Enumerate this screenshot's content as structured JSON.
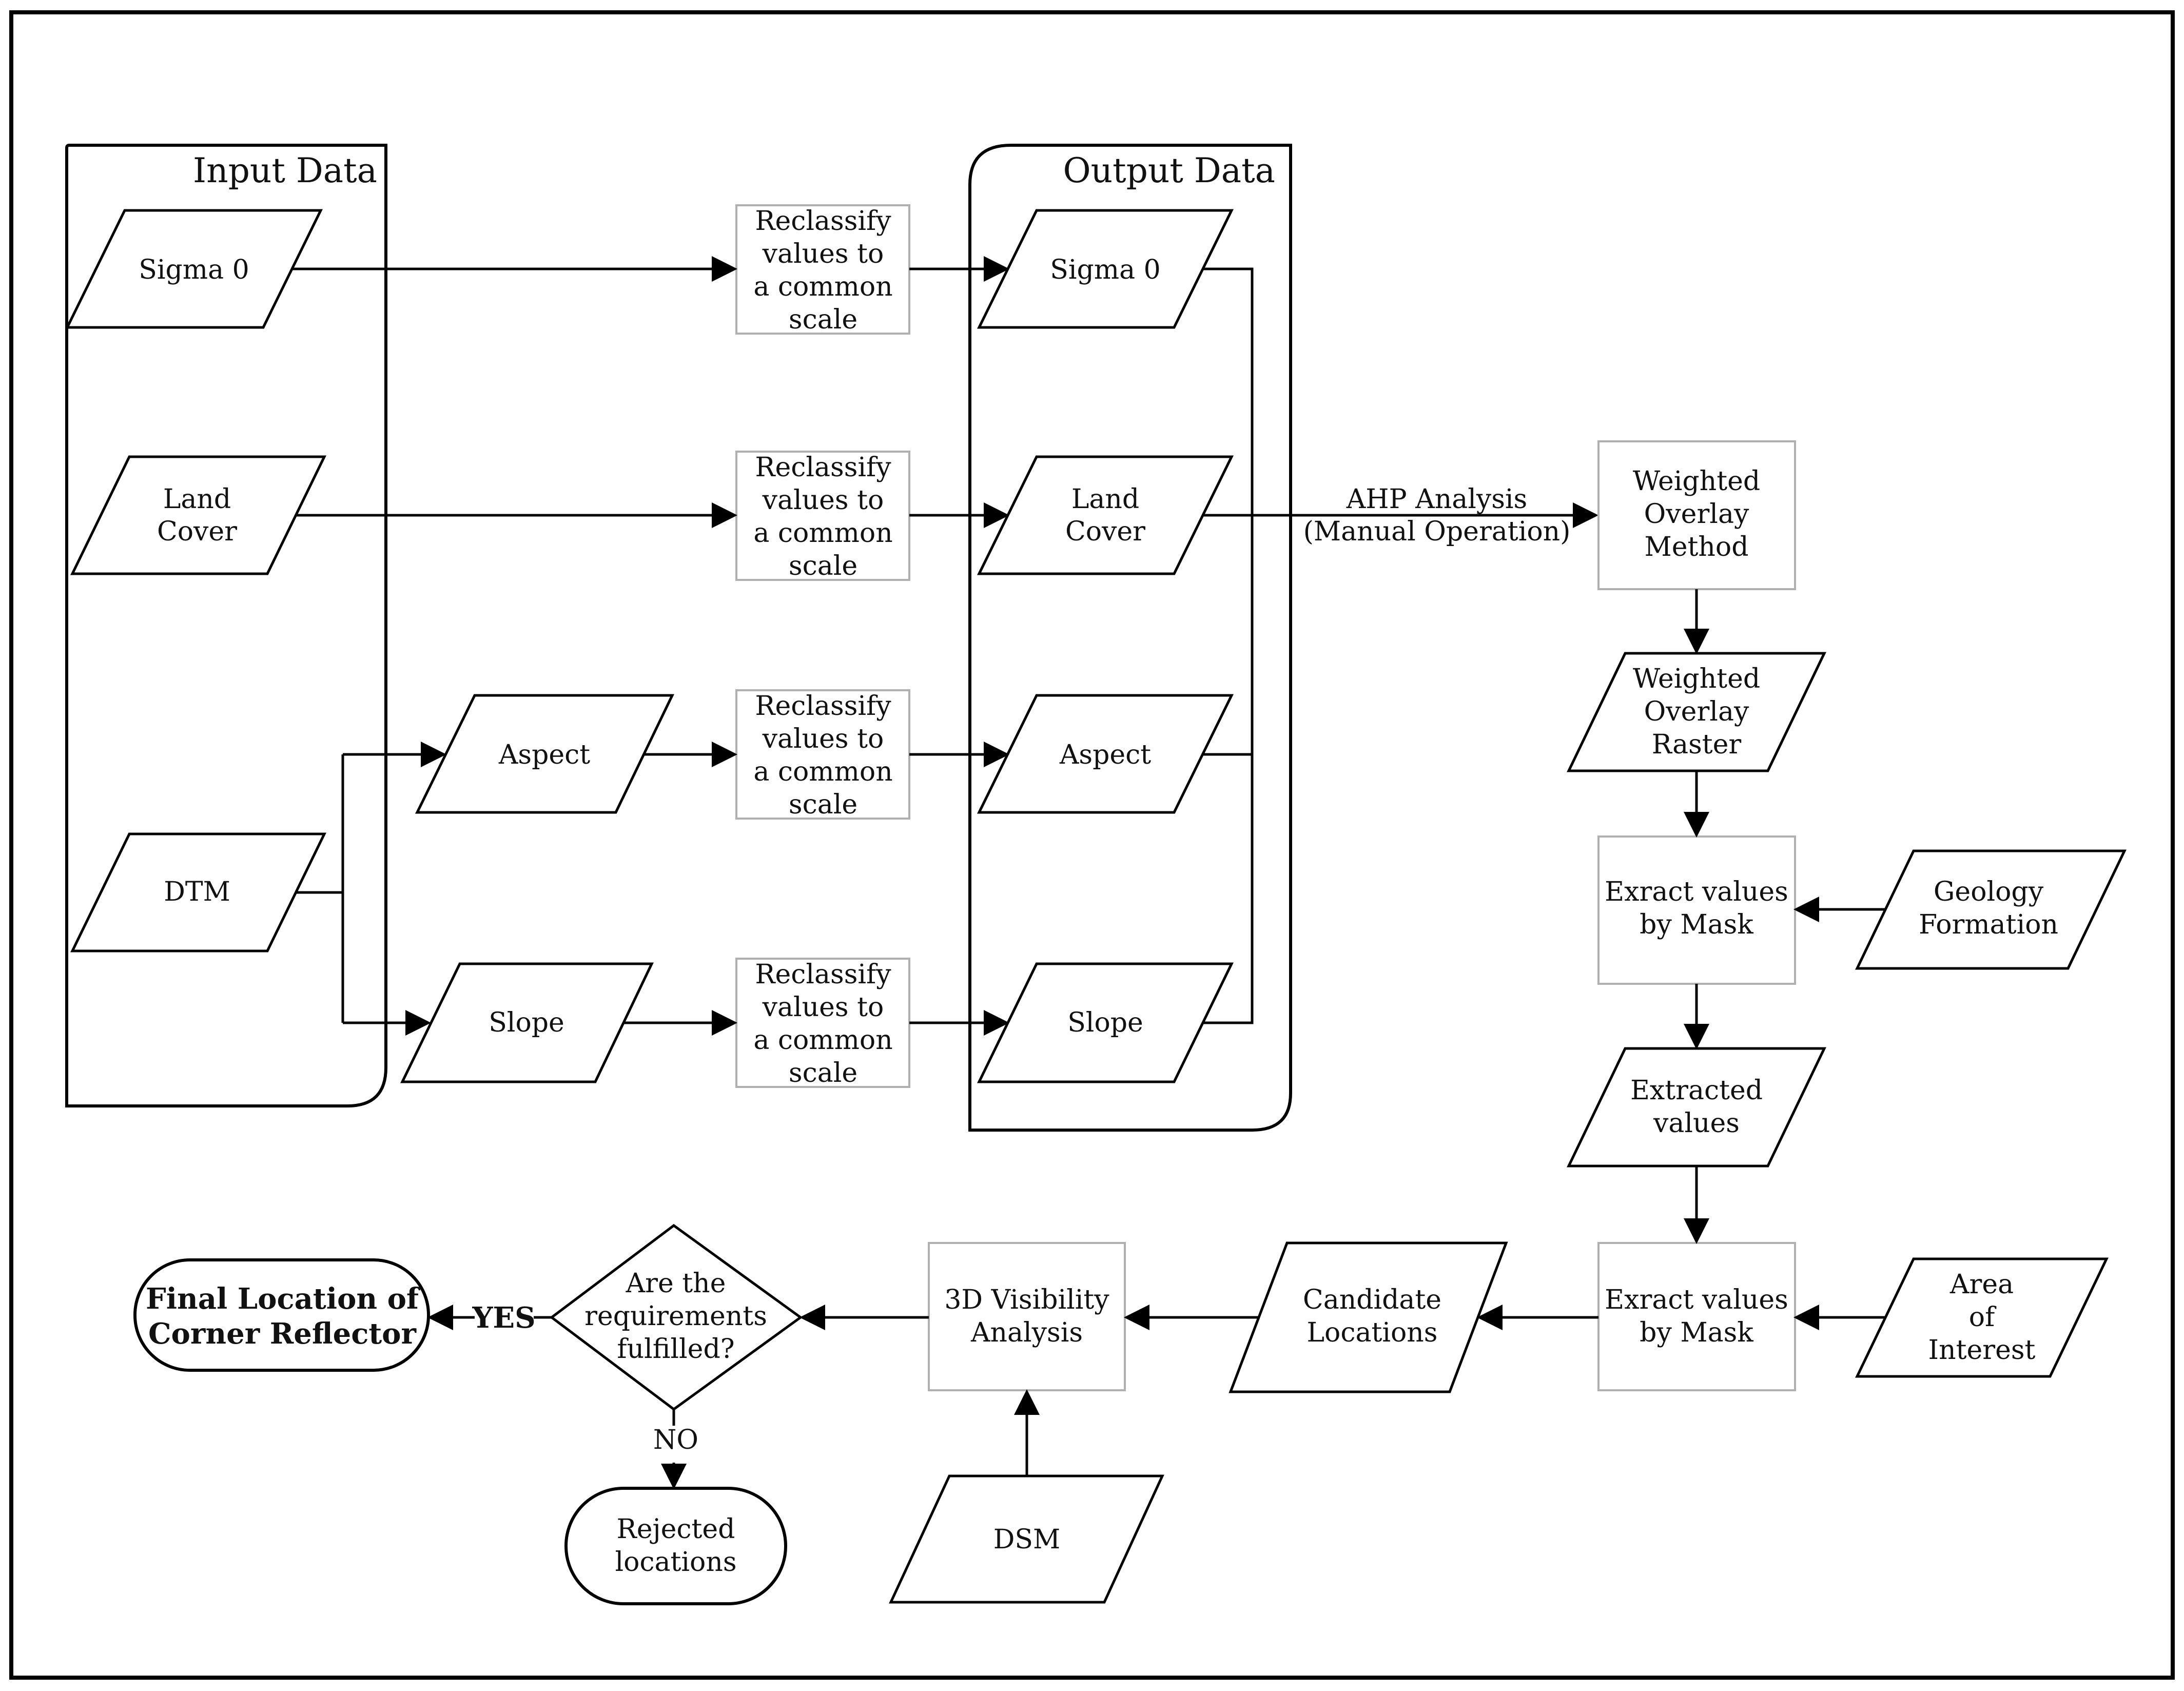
{
  "groups": {
    "input": "Input Data",
    "output": "Output Data"
  },
  "inputs": {
    "sigma0": [
      "Sigma 0"
    ],
    "land_cover": [
      "Land",
      "Cover"
    ],
    "dtm": [
      "DTM"
    ],
    "aspect": [
      "Aspect"
    ],
    "slope": [
      "Slope"
    ]
  },
  "reclassify": [
    "Reclassify",
    "values to",
    "a common",
    "scale"
  ],
  "outputs": {
    "sigma0": [
      "Sigma 0"
    ],
    "land_cover": [
      "Land",
      "Cover"
    ],
    "aspect": [
      "Aspect"
    ],
    "slope": [
      "Slope"
    ]
  },
  "ahp_label": [
    "AHP Analysis",
    "(Manual Operation)"
  ],
  "weighted_overlay_method": [
    "Weighted",
    "Overlay",
    "Method"
  ],
  "weighted_overlay_raster": [
    "Weighted",
    "Overlay",
    "Raster"
  ],
  "extract_mask_1": [
    "Exract values",
    "by Mask"
  ],
  "geology_formation": [
    "Geology",
    "Formation"
  ],
  "extracted_values": [
    "Extracted",
    "values"
  ],
  "extract_mask_2": [
    "Exract values",
    "by Mask"
  ],
  "area_of_interest": [
    "Area",
    "of",
    "Interest"
  ],
  "candidate_locations": [
    "Candidate",
    "Locations"
  ],
  "visibility_analysis": [
    "3D Visibility",
    "Analysis"
  ],
  "dsm": [
    "DSM"
  ],
  "decision": [
    "Are the",
    "requirements",
    "fulfilled?"
  ],
  "yes_label": "YES",
  "no_label": "NO",
  "final_location": [
    "Final Location of",
    "Corner Reflector"
  ],
  "rejected_locations": [
    "Rejected",
    "locations"
  ],
  "colors": {
    "line": "#000000",
    "process_border": "#b0b0b0"
  }
}
